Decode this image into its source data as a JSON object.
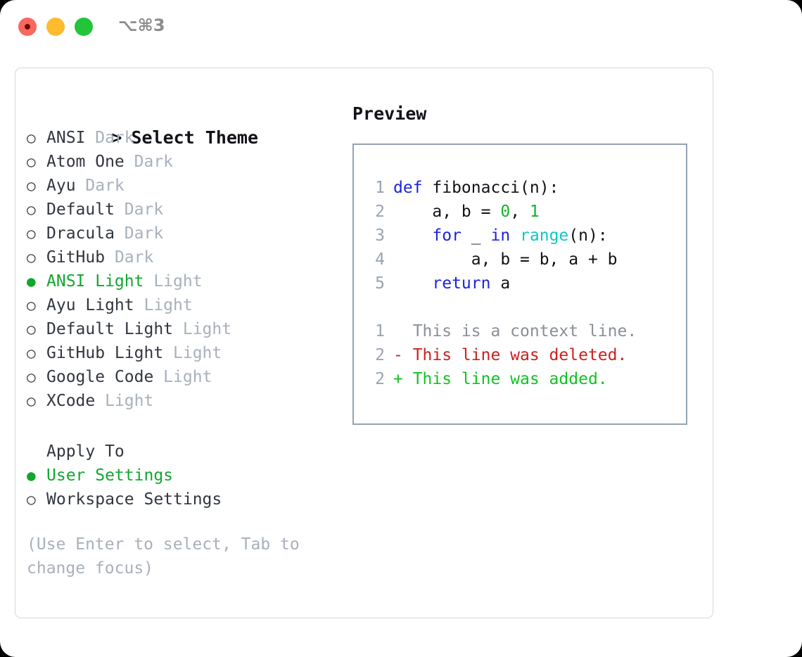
{
  "titlebar": {
    "shortcut": "⌥⌘3",
    "buttons": [
      {
        "name": "close",
        "color": "#f9675f"
      },
      {
        "name": "minimize",
        "color": "#fcbc2e"
      },
      {
        "name": "maximize",
        "color": "#22c43a"
      }
    ]
  },
  "theme_section": {
    "caret": ">",
    "title": "Select Theme",
    "items": [
      {
        "marker": "○",
        "label": "ANSI",
        "suffix": "Dark",
        "selected": false
      },
      {
        "marker": "○",
        "label": "Atom One",
        "suffix": "Dark",
        "selected": false
      },
      {
        "marker": "○",
        "label": "Ayu",
        "suffix": "Dark",
        "selected": false
      },
      {
        "marker": "○",
        "label": "Default",
        "suffix": "Dark",
        "selected": false
      },
      {
        "marker": "○",
        "label": "Dracula",
        "suffix": "Dark",
        "selected": false
      },
      {
        "marker": "○",
        "label": "GitHub",
        "suffix": "Dark",
        "selected": false
      },
      {
        "marker": "●",
        "label": "ANSI Light",
        "suffix": "Light",
        "selected": true
      },
      {
        "marker": "○",
        "label": "Ayu Light",
        "suffix": "Light",
        "selected": false
      },
      {
        "marker": "○",
        "label": "Default Light",
        "suffix": "Light",
        "selected": false
      },
      {
        "marker": "○",
        "label": "GitHub Light",
        "suffix": "Light",
        "selected": false
      },
      {
        "marker": "○",
        "label": "Google Code",
        "suffix": "Light",
        "selected": false
      },
      {
        "marker": "○",
        "label": "XCode",
        "suffix": "Light",
        "selected": false
      }
    ]
  },
  "apply_section": {
    "title": "Apply To",
    "items": [
      {
        "marker": "●",
        "label": "User Settings",
        "selected": true
      },
      {
        "marker": "○",
        "label": "Workspace Settings",
        "selected": false
      }
    ]
  },
  "hint": "(Use Enter to select, Tab to change focus)",
  "preview": {
    "title": "Preview",
    "code_lines": [
      {
        "num": "1",
        "tokens": [
          {
            "t": "def",
            "c": "kw"
          },
          {
            "t": " fibonacci(n):",
            "c": "plain"
          }
        ]
      },
      {
        "num": "2",
        "tokens": [
          {
            "t": "    a, b = ",
            "c": "plain"
          },
          {
            "t": "0",
            "c": "num"
          },
          {
            "t": ", ",
            "c": "plain"
          },
          {
            "t": "1",
            "c": "num"
          }
        ]
      },
      {
        "num": "3",
        "tokens": [
          {
            "t": "    ",
            "c": "plain"
          },
          {
            "t": "for",
            "c": "kw"
          },
          {
            "t": " _ ",
            "c": "plain"
          },
          {
            "t": "in",
            "c": "kw"
          },
          {
            "t": " ",
            "c": "plain"
          },
          {
            "t": "range",
            "c": "fn"
          },
          {
            "t": "(n):",
            "c": "plain"
          }
        ]
      },
      {
        "num": "4",
        "tokens": [
          {
            "t": "        a, b = b, a + b",
            "c": "plain"
          }
        ]
      },
      {
        "num": "5",
        "tokens": [
          {
            "t": "    ",
            "c": "plain"
          },
          {
            "t": "return",
            "c": "kw"
          },
          {
            "t": " a",
            "c": "plain"
          }
        ]
      }
    ],
    "diff_lines": [
      {
        "num": "1",
        "tokens": [
          {
            "t": "  This is a context line.",
            "c": "ctx"
          }
        ]
      },
      {
        "num": "2",
        "tokens": [
          {
            "t": "- This line was deleted.",
            "c": "del"
          }
        ]
      },
      {
        "num": "2",
        "tokens": [
          {
            "t": "+ This line was added.",
            "c": "add"
          }
        ]
      }
    ]
  },
  "colors": {
    "accent_green": "#11a72f",
    "muted": "#a8b0bd",
    "text": "#32363f",
    "keyword_blue": "#1a24e0",
    "builtin_cyan": "#0cc8c8",
    "number_green": "#12b528",
    "diff_red": "#cc2020",
    "diff_green": "#12c223",
    "panel_border": "#94a2b3"
  }
}
